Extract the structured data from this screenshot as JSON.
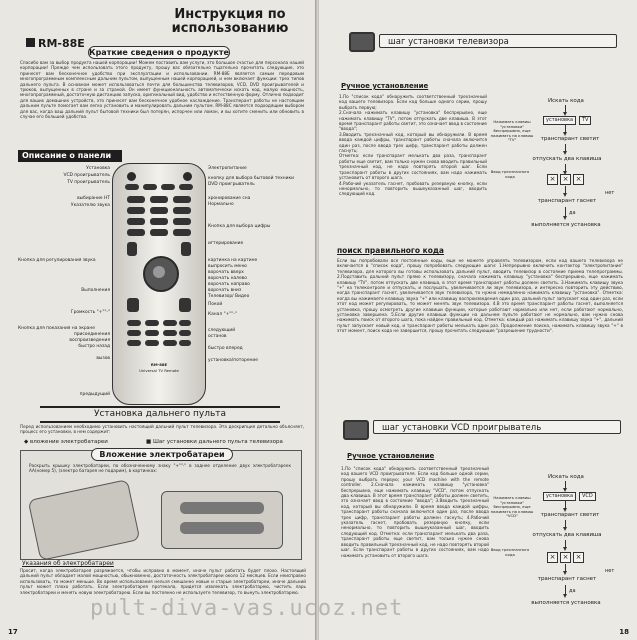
{
  "left": {
    "model": "RM-88E",
    "title": "Инструкция по использованию",
    "summary_header": "Краткие сведения о продукте",
    "summary_text": "Спасибо вам за выбор продукта нашей корпорации! Можем поставить вам услуги, это большое счастье для персонала нашей корпорации! Прежде чем использовать этого продукту, прошу вас обязательно тщательно прочитать следующие, это принесет вам бесконечное удобство при эксплуатации и использовании. RM-88E является самым передовым многопрограммным комплексным дальним пультом, выпущенным нашей корпорацией, и нем включает функции: трех типов дальнего пульта. В основном может использоваться почти для большинства телевизоров, VCD, DVD проигрывателей и трюков, выпущенных в стране и за страной. Он имеет функциональность автоматически искать код, малую мощность, многопрограммный, достаточную дистанцию запуска, оригинальный вид, удобство и естественную форму. Отлично подходит для ваших домашних устройств, это принесет вам бесконечное удобное наслаждение. Трансперант работы не настоящим дальним пульте помогает вам легко установить и манипулировать дальним пультом. RM-88C является подходящим выбором для вас, когда ваш дальний пульт бытовой техники был потерян, испорчен или ломан, и вы хотите сменить или обновить в случае его большей удобства.",
    "panel_header": "Описание о панели",
    "labels_left": [
      "Установка",
      "VCD проигрыватель",
      "TV проигрыватель",
      "выбирание НТ",
      "Указателю звука",
      "Кнопка для регулирования звука",
      "Выполнения",
      "Громкость \"+\"\"-\"",
      "Кнопка для показания на экране",
      "присоединения",
      "воспроизведения",
      "быстро назад",
      "вызов",
      "предыдущий"
    ],
    "labels_right": [
      "Электропитание",
      "кнопку для выбора бытовой техники",
      "DVD проигрыватель",
      "хронирование сна",
      "Нормально",
      "Кнопка для выбора цифры",
      "игтерирование",
      "картинка на картине",
      "выпросить меню",
      "ворочать вверх",
      "ворочать налево",
      "ворочать направо",
      "ворочать вниз",
      "Телевизор/ Видео",
      "Покой",
      "Канал \"+\"\"-\"",
      "следующий",
      "останов",
      "быстро вперед",
      "установка/поторение"
    ],
    "remote_brand": "Universal TV Remote",
    "remote_model": "RM-88E",
    "install_banner": "Установка дальнего пульта",
    "install_intro": "Перед использованием необходимо установить настоящий дальний пульт телевизора. Эта дескрипция детально объясняет, процесс его установки, в нем содержит:",
    "install_points": [
      "вложение электробатареи",
      "Шаг установки дальнего пульта телевизора"
    ],
    "battery_header": "Вложение электробатареи",
    "battery_text": "Раскрыть крышку электробатареи, по обозначенному знаку \"+\"\"-\" в заднее отделение двух электробатареек AA(номер 5), (электро батарея не подарим), в картинках:",
    "battery_subheader": "Указания об электробатареи",
    "battery_notes": "Просит, когда электробатарея разряжается, чтобы исправно в момент, иначе пульт работать будет плохо. Настоящий дальний пульт обладает малой мощностью, обыкновенно, достаточность электробатареи около 12 месяцев. Если неисправно использовать, то может меньше. Во время использования нельзя смешанно новые и старые электробатареи, иначе дальний пульт может плохо работать. Если электробатарея протекала, придется извлекать электробатарею, чистить ларь электробатареи и менять новую электробатарею. Если вы постоянно не используете телевизор, то вынуть электробатарею.",
    "page_num": "17"
  },
  "right": {
    "tv_header": "шаг установки телевизора",
    "manual_header": "Ручное установление",
    "manual_steps": [
      "1.По \"список кода\" обнаружить соответственный трехзначный код вашего телевизора. Если код больше одного серии, прошу выбрать первую;",
      "2.Сначала нажимать клавишу \"установка\" беспрерывно, еще нажимать клавишу \"TV\", потом отпускать две клавиша. В этот время транспарант работы светит, это означает ввод в состояние \"ввода\";",
      "3.Вводить трехзначный код, который вы обнаружили. В время ввода каждой цифры, транспарант работы сначала включится один раз, после ввода трех цифр, транспарант работы должен гаснуть;",
      "Отметка: если транспарант мелькать два раза, транспарант работы еще светит, вам только нужен снова вводить правильный трехзначный код, не надо повторять второй шаг. Если транспарант работы в других состояниях, вам надо нажимать установить от второго шага.",
      "4.Рабочий указатель гаснет, пробовать резервную кнопку, если ненормально, то повторить вышеуказанный шаг, вводить следующий код."
    ],
    "flow1": {
      "search": "Искать кода",
      "setup": "установка",
      "tv": "TV",
      "light": "транспарант светит",
      "release": "отпускать два клавиша",
      "off": "транспарант гаснет",
      "no": "нет",
      "yes": "да",
      "done": "выполняется установка",
      "side1": "Нажимать клавиш \"установка\" беспрерывно, еще нажимать на клавиш \"TV\"",
      "side2": "Ввод трехзначного кода"
    },
    "search_header": "поиск правильного кода",
    "search_text": "Если вы попробовали все постоянные коды, еще не можете управлять телевизором, если код вашего телевизора не включается в \"список кода\", прошу попробовать следующие шаги: 1.Непрерывно включить контактор \"электропитание\" телевизора, для которого вы готовы использовать дальний пульт, вводить телевизор в состояние приема телепрограммы. 2.Подставить дальний пульт прямо к телевизору, сначала нажимать клавишу \"установка\" беспрерывно, еще нажимать клавишу \"TV\", потом отпускать две клавиша, в этот время транспарант работы должен светить. 3.Нажимать клавишу звука \"+\" на телеконтроле и отпускать, и послушать, увеличивается ли звук телевизора, и интересно повторить эту действию, когда транспарант гаснет, увеличивается звук телевизора, то нужно немедленно нажимать клавишу \"установка\". Отметка: когда вы нажимаете клавишу звука \"+\" или клавишу воспроизведения один раз, дальний пульт запускает код один раз, если этот код может регулировать, то может менять звук телевизора. 4.В это время транспарант работы гаснет, выполняется установка, прошу осмотреть другие клавиши функции, которые работают нормально или нет, если работают нормально, установка завершена. 5.Если другие клавиши функции на дальнем пульте работают не нормально, вам нужно снова нажимать поиск от второго шага, пока найден правильный код. Отметка: каждый раз нажимать клавишу звука \"+\", дальний пульт запускает новый код, и транспарант работы мелькать один раз. Продолжение поиска, нажимать клавишу звука \"+\" в этот момент, поиск кода не завершится, прошу прочитать следующие \"разрешение трудности\".",
    "vcd_header": "шаг установки VCD проигрыватель",
    "vcd_manual_header": "Ручное установление",
    "vcd_steps": "1.По \"список кода\" обнаружить соответственный трехзначный код вашего VCD проигрывателя. Если код больше одной серии, прошу выбрать первую; your VCD machine with the remote controller. 2.Сначала нажимать клавишу \"установка\" беспрерывно, еще нажимать клавишу \"VCD\", потом отпускать два клавиша. В этот время транспарант работы должен светить, это означает ввод в состояние \"ввода\"; 3.Вводить трехзначный код, который вы обнаружили. В время ввода каждой цифры, транспарант работы сначала включится один раз, после ввода трех цифр, транспарант работы должен гаснуть; 4.Рабочий указатель гаснет, пробовать резервную кнопку, если ненормально, то повторить вышеуказанный шаг, вводить следующий код. Отметка: если транспарант мелькать два раза, транспарант работы еще светит, вам только нужен снова вводить правильный трехзначный код, не надо повторять второй шаг. Если транспарант работы в других состояниях, вам надо нажимать установить от второго шага.",
    "flow2": {
      "search": "Искать кода",
      "setup": "установка",
      "vcd": "VCD",
      "light": "транспарант светит",
      "release": "отпускать два клавиша",
      "off": "транспарант гаснет",
      "no": "нет",
      "yes": "да",
      "done": "выполняется установка",
      "side1": "Нажимать клавиш \"установка\" беспрерывно, еще нажимать на клавиш \"VCD\"",
      "side2": "Ввод трехзначного кода"
    },
    "page_num": "18"
  },
  "watermark": "pult-diva-vas.ucoz.net"
}
